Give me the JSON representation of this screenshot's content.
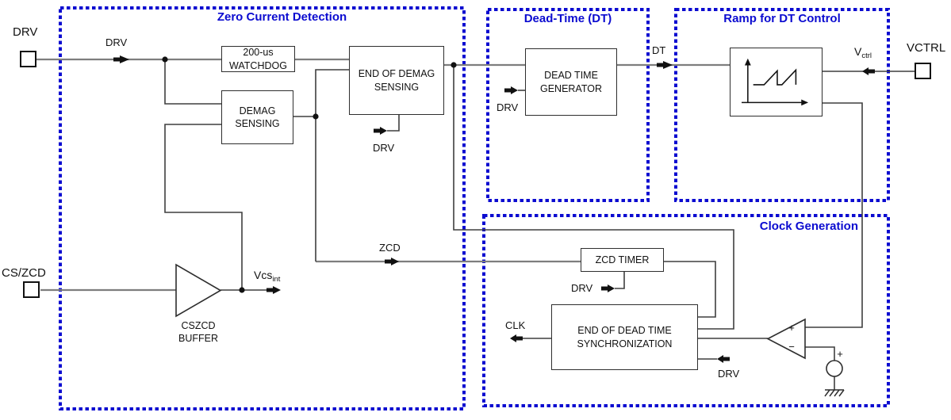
{
  "colors": {
    "accent": "#0b0bd0",
    "wire_gray": "#7e7e7e",
    "wire_dark": "#3f3f3f"
  },
  "pins": {
    "drv": "DRV",
    "cszcd": "CS/ZCD",
    "vctrl": "VCTRL"
  },
  "groups": {
    "zcd": "Zero Current Detection",
    "dt": "Dead-Time (DT)",
    "ramp": "Ramp for DT Control",
    "clock": "Clock Generation"
  },
  "blocks": {
    "watchdog_line1": "200-us",
    "watchdog_line2": "WATCHDOG",
    "demag_line1": "DEMAG",
    "demag_line2": "SENSING",
    "end_of_demag_line1": "END OF DEMAG",
    "end_of_demag_line2": "SENSING",
    "dead_time_gen_line1": "DEAD TIME",
    "dead_time_gen_line2": "GENERATOR",
    "zcd_timer": "ZCD TIMER",
    "sync_line1": "END OF DEAD TIME",
    "sync_line2": "SYNCHRONIZATION",
    "buffer_line1": "CSZCD",
    "buffer_line2": "BUFFER"
  },
  "signals": {
    "drv": "DRV",
    "dt": "DT",
    "zcd": "ZCD",
    "clk": "CLK",
    "vcs_base": "Vcs",
    "vcs_sub": "int",
    "vctrl_base": "V",
    "vctrl_sub": "ctrl",
    "plus": "+",
    "minus": "−",
    "source_plus": "+"
  }
}
